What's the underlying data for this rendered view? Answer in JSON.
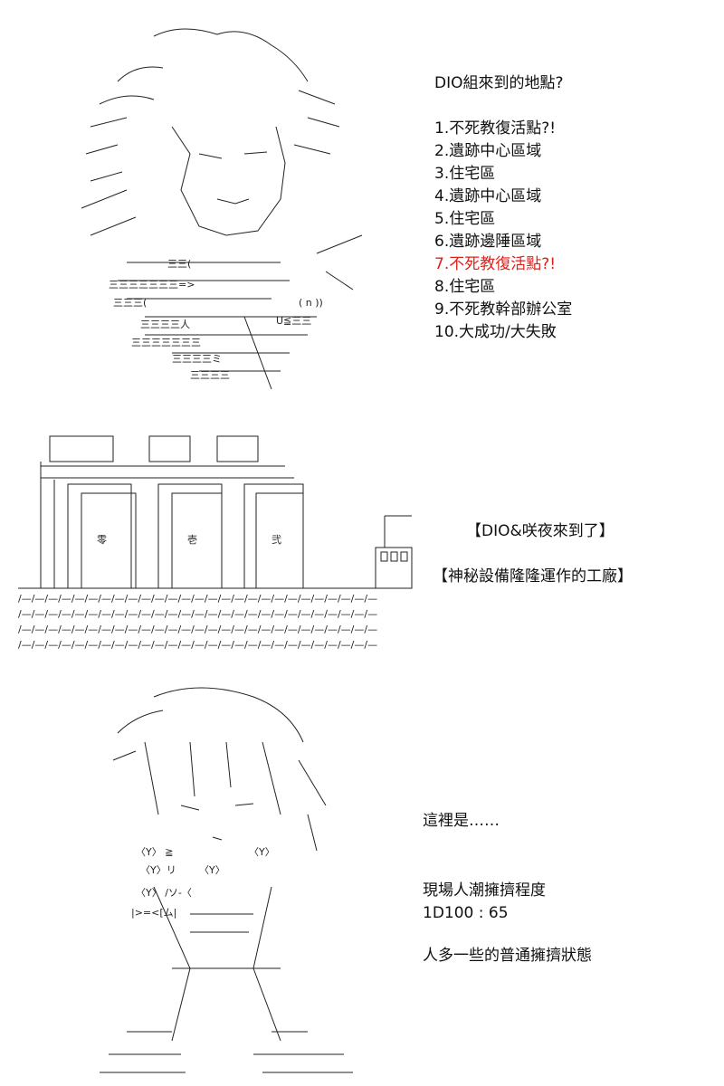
{
  "panel1": {
    "heading": "DIO組來到的地點?",
    "items": [
      "1.不死教復活點?!",
      "2.遺跡中心區域",
      "3.住宅區",
      "4.遺跡中心區域",
      "5.住宅區",
      "6.遺跡邊陲區域",
      "7.不死教復活點?!",
      "8.住宅區",
      "9.不死教幹部辦公室",
      "10.大成功/大失敗"
    ],
    "highlight_color": "#e0201a"
  },
  "panel2": {
    "title": "【DIO&咲夜來到了】",
    "subtitle": "【神秘設備隆隆運作的工廠】",
    "door_labels": [
      "零",
      "壱",
      "弐"
    ]
  },
  "panel3": {
    "line1": "這裡是……",
    "line2": "現場人潮擁擠程度",
    "line3": "1D100 : 65",
    "line4": "人多一些的普通擁擠狀態"
  }
}
